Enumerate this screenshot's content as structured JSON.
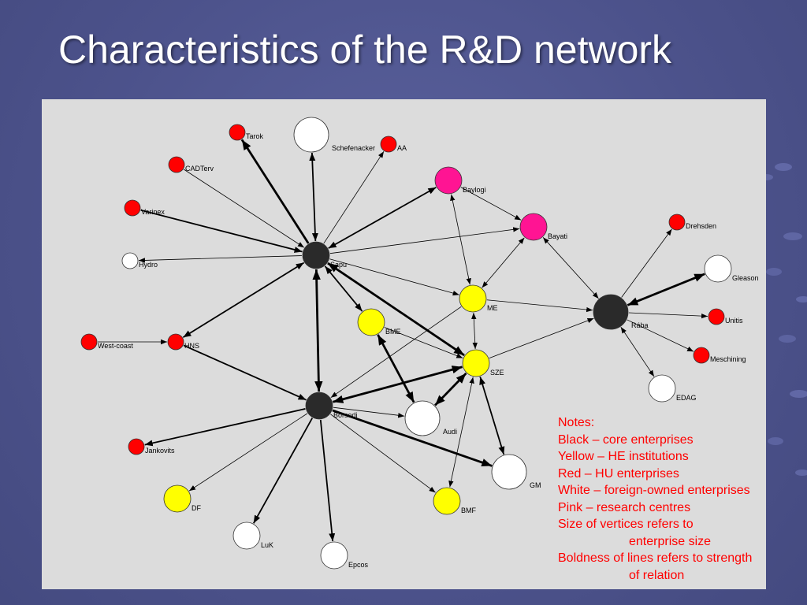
{
  "title": "Characteristics of the R&D network",
  "colors": {
    "background": "#4f5590",
    "panel": "#dcdcdc",
    "black": "#2a2a2a",
    "yellow": "#ffff00",
    "red": "#ff0000",
    "white": "#ffffff",
    "pink": "#ff1493",
    "notes_text": "#ff0000"
  },
  "nodes": [
    {
      "id": "tarok",
      "label": "Tarok",
      "color": "red",
      "size": "small"
    },
    {
      "id": "schefenacker",
      "label": "Schefenacker",
      "color": "white",
      "size": "large"
    },
    {
      "id": "aa",
      "label": "AA",
      "color": "red",
      "size": "small"
    },
    {
      "id": "cadterv",
      "label": "CADTerv",
      "color": "red",
      "size": "small"
    },
    {
      "id": "baylogi",
      "label": "Baylogi",
      "color": "pink",
      "size": "medium"
    },
    {
      "id": "varinex",
      "label": "Varinex",
      "color": "red",
      "size": "small"
    },
    {
      "id": "bayati",
      "label": "Bayati",
      "color": "pink",
      "size": "medium"
    },
    {
      "id": "drehsden",
      "label": "Drehsden",
      "color": "red",
      "size": "small"
    },
    {
      "id": "hydro",
      "label": "Hydro",
      "color": "white",
      "size": "small"
    },
    {
      "id": "sapu",
      "label": "Sapu",
      "color": "black",
      "size": "medium"
    },
    {
      "id": "gleason",
      "label": "Gleason",
      "color": "white",
      "size": "medium"
    },
    {
      "id": "me",
      "label": "ME",
      "color": "yellow",
      "size": "medium"
    },
    {
      "id": "raba",
      "label": "Rába",
      "color": "black",
      "size": "large"
    },
    {
      "id": "unitis",
      "label": "Unitis",
      "color": "red",
      "size": "small"
    },
    {
      "id": "bme",
      "label": "BME",
      "color": "yellow",
      "size": "medium"
    },
    {
      "id": "westcoast",
      "label": "West-coast",
      "color": "red",
      "size": "small"
    },
    {
      "id": "hns",
      "label": "HNS",
      "color": "red",
      "size": "small"
    },
    {
      "id": "meschining",
      "label": "Meschining",
      "color": "red",
      "size": "small"
    },
    {
      "id": "sze",
      "label": "SZE",
      "color": "yellow",
      "size": "medium"
    },
    {
      "id": "edag",
      "label": "EDAG",
      "color": "white",
      "size": "medium"
    },
    {
      "id": "borsodi",
      "label": "Borsodi",
      "color": "black",
      "size": "medium"
    },
    {
      "id": "audi",
      "label": "Audi",
      "color": "white",
      "size": "large"
    },
    {
      "id": "jankovits",
      "label": "Jankovits",
      "color": "red",
      "size": "small"
    },
    {
      "id": "gm",
      "label": "GM",
      "color": "white",
      "size": "large"
    },
    {
      "id": "df",
      "label": "DF",
      "color": "yellow",
      "size": "medium"
    },
    {
      "id": "bmf",
      "label": "BMF",
      "color": "yellow",
      "size": "medium"
    },
    {
      "id": "luk",
      "label": "LuK",
      "color": "white",
      "size": "medium"
    },
    {
      "id": "epcos",
      "label": "Epcos",
      "color": "white",
      "size": "medium"
    }
  ],
  "edges": [
    {
      "from": "sapu",
      "to": "tarok",
      "strength": "strong",
      "dir": "forward"
    },
    {
      "from": "schefenacker",
      "to": "sapu",
      "strength": "medium",
      "dir": "both"
    },
    {
      "from": "sapu",
      "to": "aa",
      "strength": "thin",
      "dir": "forward"
    },
    {
      "from": "cadterv",
      "to": "sapu",
      "strength": "thin",
      "dir": "forward"
    },
    {
      "from": "sapu",
      "to": "baylogi",
      "strength": "medium",
      "dir": "both"
    },
    {
      "from": "varinex",
      "to": "sapu",
      "strength": "medium",
      "dir": "forward"
    },
    {
      "from": "sapu",
      "to": "bayati",
      "strength": "thin",
      "dir": "forward"
    },
    {
      "from": "sapu",
      "to": "hydro",
      "strength": "thin",
      "dir": "forward"
    },
    {
      "from": "sapu",
      "to": "me",
      "strength": "thin",
      "dir": "forward"
    },
    {
      "from": "sapu",
      "to": "bme",
      "strength": "medium",
      "dir": "both"
    },
    {
      "from": "sapu",
      "to": "sze",
      "strength": "strong",
      "dir": "both"
    },
    {
      "from": "sapu",
      "to": "hns",
      "strength": "medium",
      "dir": "both"
    },
    {
      "from": "sapu",
      "to": "borsodi",
      "strength": "strong",
      "dir": "both"
    },
    {
      "from": "baylogi",
      "to": "bayati",
      "strength": "thin",
      "dir": "forward"
    },
    {
      "from": "baylogi",
      "to": "me",
      "strength": "thin",
      "dir": "both"
    },
    {
      "from": "bayati",
      "to": "me",
      "strength": "thin",
      "dir": "both"
    },
    {
      "from": "bayati",
      "to": "raba",
      "strength": "thin",
      "dir": "both"
    },
    {
      "from": "me",
      "to": "raba",
      "strength": "thin",
      "dir": "forward"
    },
    {
      "from": "me",
      "to": "sze",
      "strength": "thin",
      "dir": "both"
    },
    {
      "from": "me",
      "to": "borsodi",
      "strength": "thin",
      "dir": "forward"
    },
    {
      "from": "sze",
      "to": "raba",
      "strength": "thin",
      "dir": "forward"
    },
    {
      "from": "bme",
      "to": "sze",
      "strength": "thin",
      "dir": "forward"
    },
    {
      "from": "bme",
      "to": "audi",
      "strength": "strong",
      "dir": "both"
    },
    {
      "from": "sze",
      "to": "borsodi",
      "strength": "strong",
      "dir": "both"
    },
    {
      "from": "sze",
      "to": "audi",
      "strength": "strong",
      "dir": "both"
    },
    {
      "from": "sze",
      "to": "gm",
      "strength": "medium",
      "dir": "both"
    },
    {
      "from": "sze",
      "to": "bmf",
      "strength": "thin",
      "dir": "both"
    },
    {
      "from": "raba",
      "to": "drehsden",
      "strength": "thin",
      "dir": "forward"
    },
    {
      "from": "raba",
      "to": "gleason",
      "strength": "strong",
      "dir": "both"
    },
    {
      "from": "raba",
      "to": "unitis",
      "strength": "thin",
      "dir": "forward"
    },
    {
      "from": "raba",
      "to": "meschining",
      "strength": "thin",
      "dir": "forward"
    },
    {
      "from": "raba",
      "to": "edag",
      "strength": "thin",
      "dir": "both"
    },
    {
      "from": "westcoast",
      "to": "hns",
      "strength": "thin",
      "dir": "forward"
    },
    {
      "from": "hns",
      "to": "borsodi",
      "strength": "medium",
      "dir": "forward"
    },
    {
      "from": "borsodi",
      "to": "audi",
      "strength": "thin",
      "dir": "forward"
    },
    {
      "from": "borsodi",
      "to": "gm",
      "strength": "strong",
      "dir": "forward"
    },
    {
      "from": "borsodi",
      "to": "jankovits",
      "strength": "medium",
      "dir": "forward"
    },
    {
      "from": "borsodi",
      "to": "df",
      "strength": "thin",
      "dir": "forward"
    },
    {
      "from": "borsodi",
      "to": "luk",
      "strength": "medium",
      "dir": "forward"
    },
    {
      "from": "borsodi",
      "to": "epcos",
      "strength": "medium",
      "dir": "forward"
    },
    {
      "from": "borsodi",
      "to": "bmf",
      "strength": "thin",
      "dir": "forward"
    }
  ],
  "notes": {
    "heading": "Notes:",
    "line1": "Black – core enterprises",
    "line2": "Yellow – HE institutions",
    "line3": "Red – HU enterprises",
    "line4": "White – foreign-owned enterprises",
    "line5": "Pink – research centres",
    "line6": "Size of vertices refers to",
    "line7": "enterprise size",
    "line8": "Boldness of lines refers to strength",
    "line9": "of relation"
  }
}
